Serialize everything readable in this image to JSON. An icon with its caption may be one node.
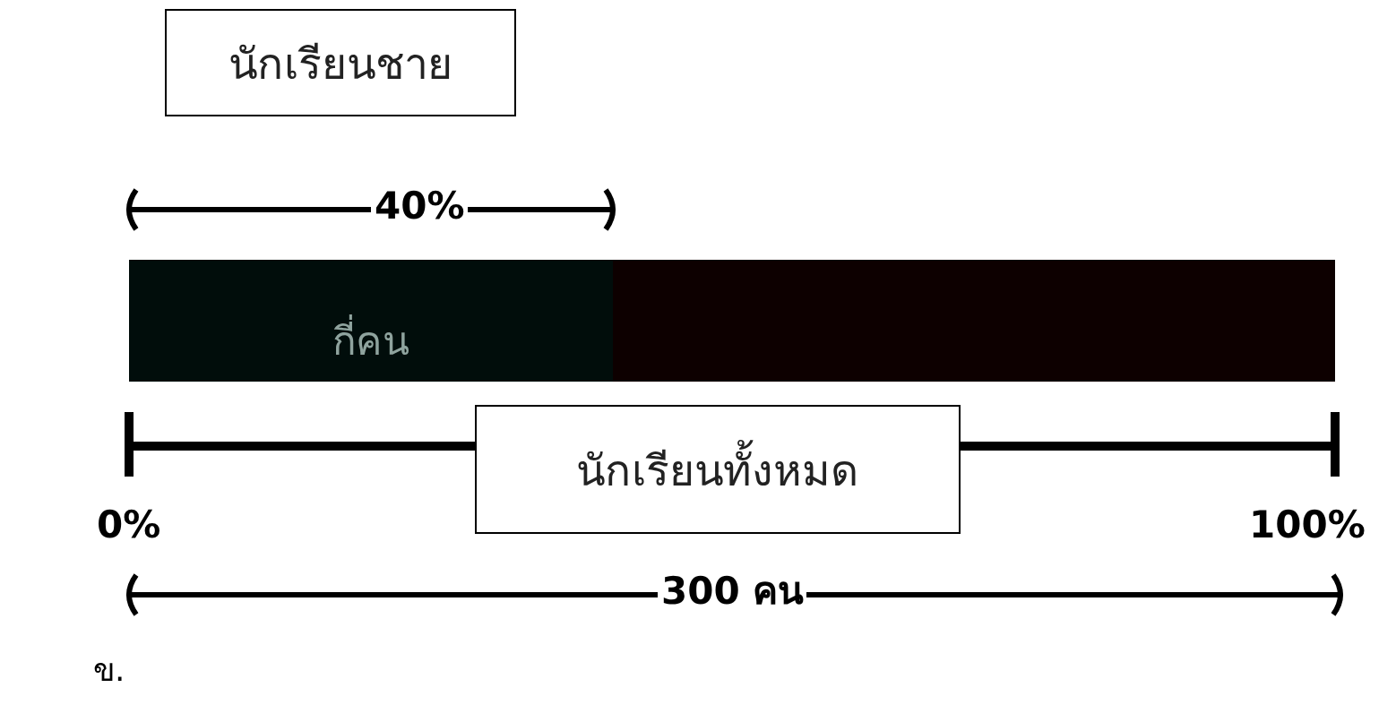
{
  "diagram": {
    "nodes": [
      {
        "text": [
          "นักเรียนชาย"
        ]
      },
      {
        "text": [
          "กี่คน"
        ]
      },
      {
        "text": [],
        "shape": "bar"
      },
      {
        "text": [
          "นักเรียนทั้งหมด"
        ]
      }
    ],
    "labels": [
      "40%",
      "0%",
      "100%",
      "300 คน",
      "ข."
    ]
  }
}
